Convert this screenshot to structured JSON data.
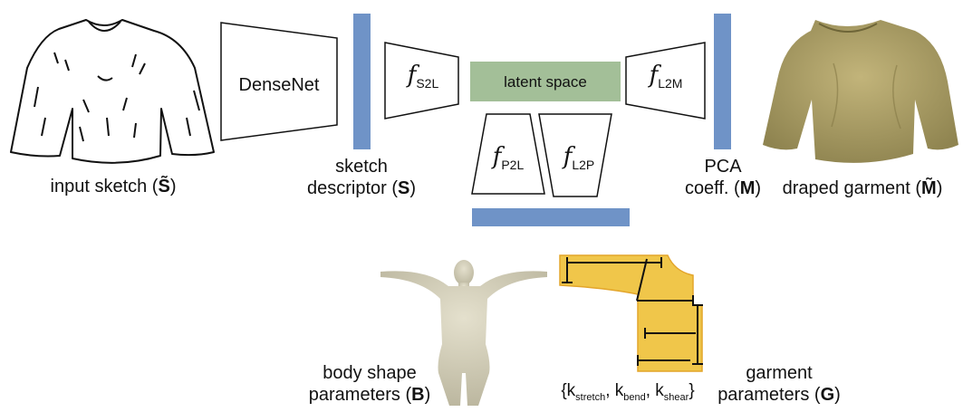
{
  "colors": {
    "blue_bar": "#6f93c7",
    "latent_fill": "#a3bf98",
    "garment_fill": "#b7a96f",
    "body_fill": "#d8d4c0",
    "pattern_fill": "#f0c64a",
    "pattern_edge": "#e3a52a"
  },
  "icons": {
    "sketch": "shirt-line-sketch",
    "draped": "draped-3d-garment",
    "body": "human-body-3d",
    "pattern": "sewing-pattern"
  },
  "nodes": {
    "densenet": "DenseNet",
    "latent": "latent space",
    "f_s2l": {
      "sym": "f",
      "sub": "S2L"
    },
    "f_l2m": {
      "sym": "f",
      "sub": "L2M"
    },
    "f_p2l": {
      "sym": "f",
      "sub": "P2L"
    },
    "f_l2p": {
      "sym": "f",
      "sub": "L2P"
    }
  },
  "labels": {
    "input_sketch": {
      "text": "input sketch (",
      "sym": "S̃",
      "close": ")"
    },
    "sketch_descriptor": {
      "line1": "sketch",
      "line2": "descriptor (",
      "sym": "S",
      "close": ")"
    },
    "pca": {
      "line1": "PCA",
      "line2": "coeff. (",
      "sym": "M",
      "close": ")"
    },
    "draped": {
      "text": "draped garment (",
      "sym": "M̃",
      "close": ")"
    },
    "body_shape": {
      "line1": "body shape",
      "line2": "parameters (",
      "sym": "B",
      "close": ")"
    },
    "garment_params": {
      "line1": "garment",
      "line2": "parameters (",
      "sym": "G",
      "close": ")"
    },
    "k_set": {
      "open": "{k",
      "s1": "stretch",
      "sep1": ", k",
      "s2": "bend",
      "sep2": ", k",
      "s3": "shear",
      "close": "}"
    }
  }
}
